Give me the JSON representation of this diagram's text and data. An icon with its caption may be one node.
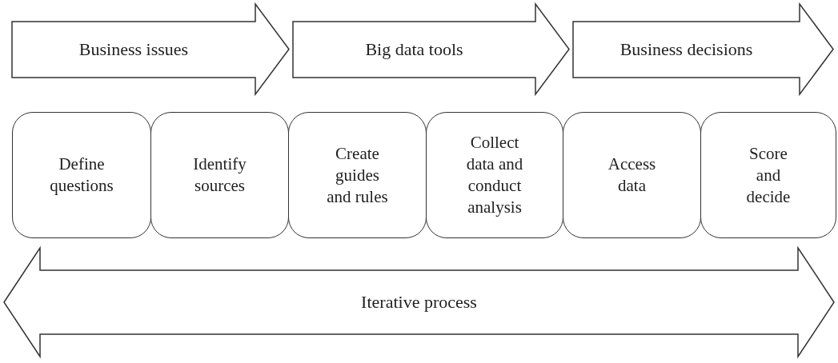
{
  "diagram": {
    "nodes": [
      {
        "text": [
          "Business issues"
        ]
      },
      {
        "text": [
          "Big data tools"
        ]
      },
      {
        "text": [
          "Business decisions"
        ]
      },
      {
        "text": [
          "Define questions"
        ]
      },
      {
        "text": [
          "Identify sources"
        ]
      },
      {
        "text": [
          "Create guides and rules"
        ]
      },
      {
        "text": [
          "Collect data and conduct analysis"
        ]
      },
      {
        "text": [
          "Access data"
        ]
      },
      {
        "text": [
          "Score and decide"
        ]
      },
      {
        "text": [
          "Iterative process"
        ]
      }
    ]
  }
}
